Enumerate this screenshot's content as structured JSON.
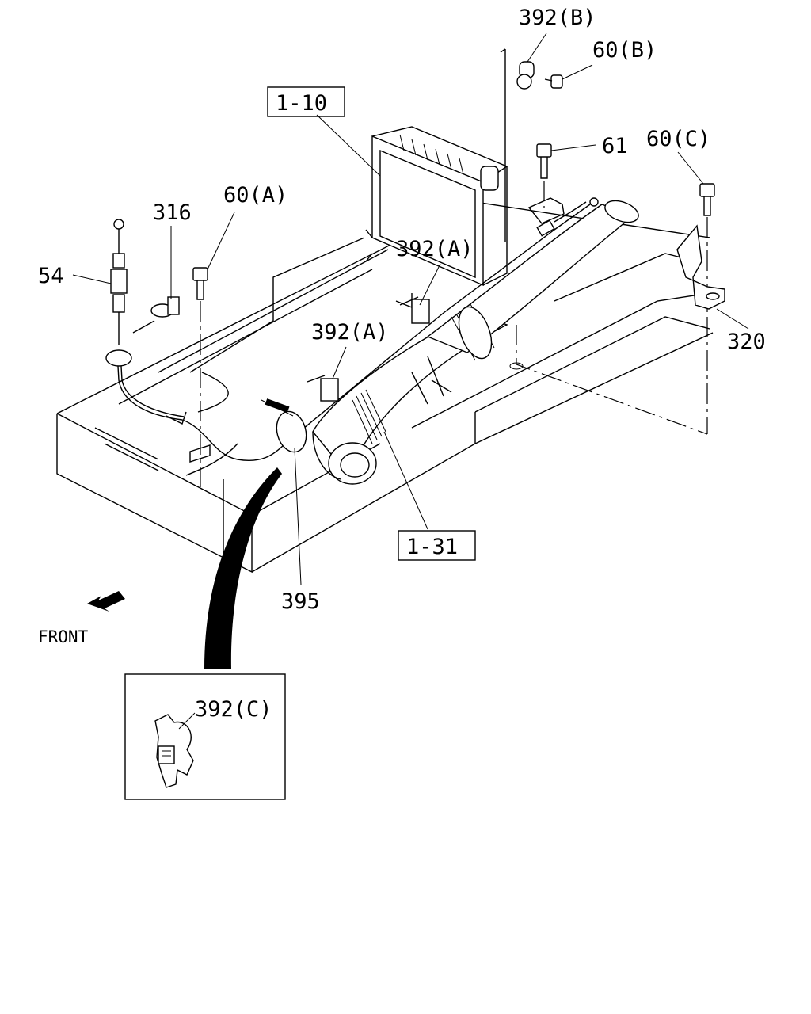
{
  "labels": {
    "ref_1_10": "1-10",
    "ref_1_31": "1-31",
    "p392b": "392(B)",
    "p60b": "60(B)",
    "p61": "61",
    "p60c": "60(C)",
    "p316": "316",
    "p60a": "60(A)",
    "p392a_upper": "392(A)",
    "p54": "54",
    "p392a_lower": "392(A)",
    "p320": "320",
    "p395": "395",
    "front": "FRONT",
    "p392c": "392(C)"
  }
}
